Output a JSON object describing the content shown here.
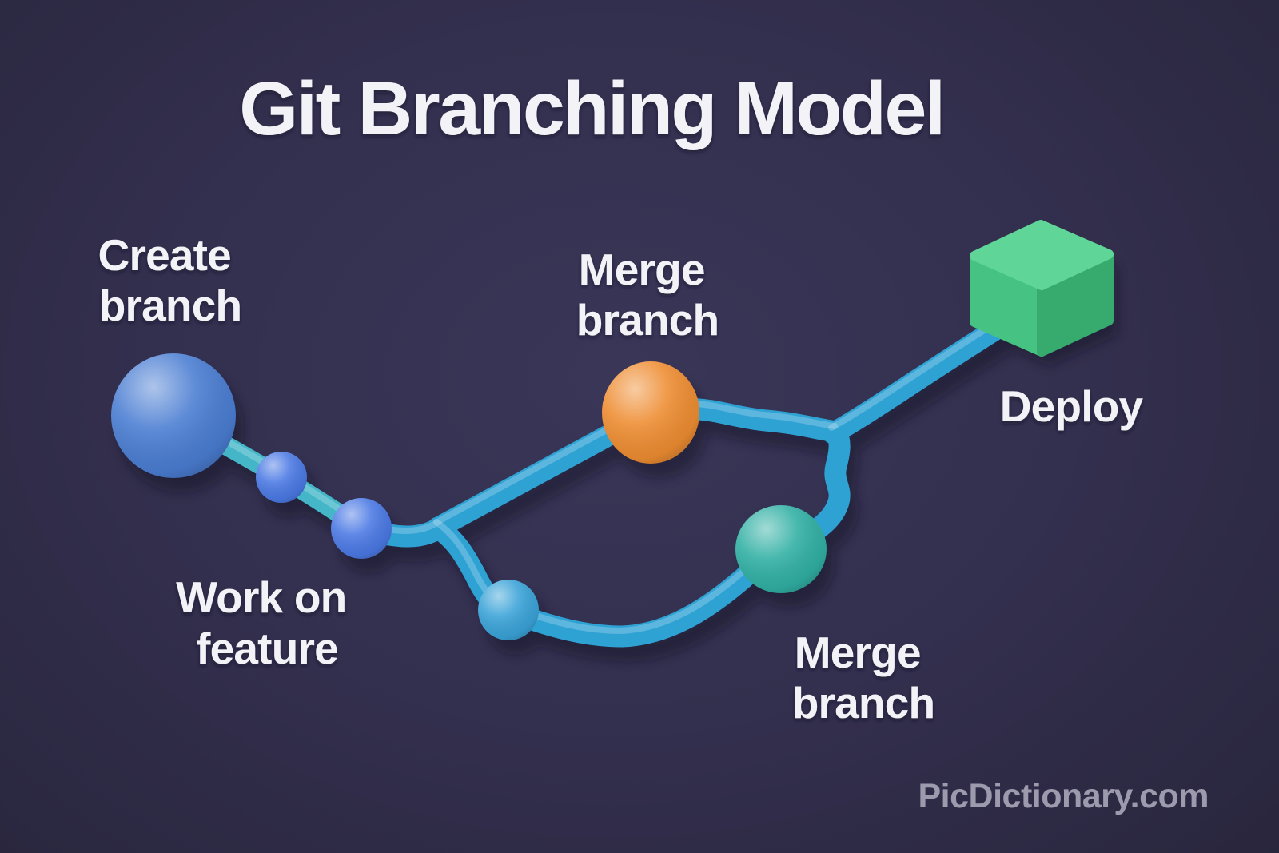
{
  "title": "Git Branching Model",
  "watermark": "PicDictionary.com",
  "labels": {
    "create_branch": {
      "line1": "Create",
      "line2": "branch"
    },
    "merge_branch_top": {
      "line1": "Merge",
      "line2": "branch"
    },
    "work_on_feature": {
      "line1": "Work on",
      "line2": "feature"
    },
    "merge_branch_bottom": {
      "line1": "Merge",
      "line2": "branch"
    },
    "deploy": {
      "line1": "Deploy"
    }
  },
  "colors": {
    "background_center": "#3a3658",
    "background_edge": "#262338",
    "pipe_blue": "#2fa2d4",
    "pipe_teal": "#45b6c8",
    "node_blue_large": "#4a7dd2",
    "node_blue_small": "#4b79e4",
    "node_blue_loop": "#3aa3d8",
    "node_orange": "#ee8d32",
    "node_teal": "#31b0a4",
    "cube_green_top": "#5fd697",
    "cube_green_left": "#46c383",
    "cube_green_right": "#37aa6e",
    "text_primary": "#f3f2f6",
    "watermark_gray": "#9d9aae"
  },
  "diagram": {
    "nodes": [
      {
        "id": "create-branch-node",
        "shape": "sphere",
        "color_key": "node_blue_large",
        "label": "Create branch"
      },
      {
        "id": "feature-commit-1",
        "shape": "sphere",
        "color_key": "node_blue_small",
        "label": ""
      },
      {
        "id": "feature-commit-2",
        "shape": "sphere",
        "color_key": "node_blue_small",
        "label": ""
      },
      {
        "id": "work-on-feature-node",
        "shape": "sphere",
        "color_key": "node_blue_loop",
        "label": "Work on feature"
      },
      {
        "id": "merge-branch-top-node",
        "shape": "sphere",
        "color_key": "node_orange",
        "label": "Merge branch"
      },
      {
        "id": "merge-branch-bottom-node",
        "shape": "sphere",
        "color_key": "node_teal",
        "label": "Merge branch"
      },
      {
        "id": "deploy-node",
        "shape": "cube",
        "color_key": "cube_green_left",
        "label": "Deploy"
      }
    ],
    "edges": [
      [
        "create-branch-node",
        "feature-commit-1"
      ],
      [
        "feature-commit-1",
        "feature-commit-2"
      ],
      [
        "feature-commit-2",
        "merge-branch-top-node"
      ],
      [
        "feature-commit-2",
        "work-on-feature-node"
      ],
      [
        "work-on-feature-node",
        "merge-branch-bottom-node"
      ],
      [
        "merge-branch-top-node",
        "deploy-node"
      ],
      [
        "merge-branch-bottom-node",
        "deploy-node"
      ]
    ]
  }
}
